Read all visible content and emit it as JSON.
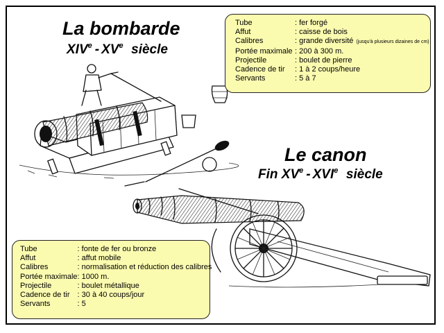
{
  "bombarde": {
    "title": "La bombarde",
    "century": {
      "a": "XIV",
      "a_sup": "e",
      "sep": "-",
      "b": "XV",
      "b_sup": "e",
      "word": "siècle"
    },
    "specs": [
      {
        "label": "Tube",
        "value": ": fer forgé",
        "note": ""
      },
      {
        "label": "Affut",
        "value": ": caisse de bois",
        "note": ""
      },
      {
        "label": "Calibres",
        "value": ": grande diversité",
        "note": "(jusqu'à plusieurs dizaines de cm)"
      },
      {
        "label": "Portée maximale",
        "value": ": 200 à 300 m.",
        "note": ""
      },
      {
        "label": "Projectile",
        "value": ": boulet de pierre",
        "note": ""
      },
      {
        "label": "Cadence de tir",
        "value": ": 1 à 2 coups/heure",
        "note": ""
      },
      {
        "label": "Servants",
        "value": ": 5 à 7",
        "note": ""
      }
    ]
  },
  "canon": {
    "title": "Le canon",
    "century": {
      "prefix": "Fin",
      "a": "XV",
      "a_sup": "e",
      "sep": "-",
      "b": "XVI",
      "b_sup": "e",
      "word": "siècle"
    },
    "specs": [
      {
        "label": "Tube",
        "value": ": fonte de fer ou bronze"
      },
      {
        "label": "Affut",
        "value": ": affut mobile"
      },
      {
        "label": "Calibres",
        "value": ": normalisation et réduction des calibres"
      },
      {
        "label": "Portée maximale",
        "value": ": 1000 m."
      },
      {
        "label": "Projectile",
        "value": ": boulet métallique"
      },
      {
        "label": "Cadence de tir",
        "value": ": 30 à 40 coups/jour"
      },
      {
        "label": "Servants",
        "value": ": 5"
      }
    ]
  }
}
